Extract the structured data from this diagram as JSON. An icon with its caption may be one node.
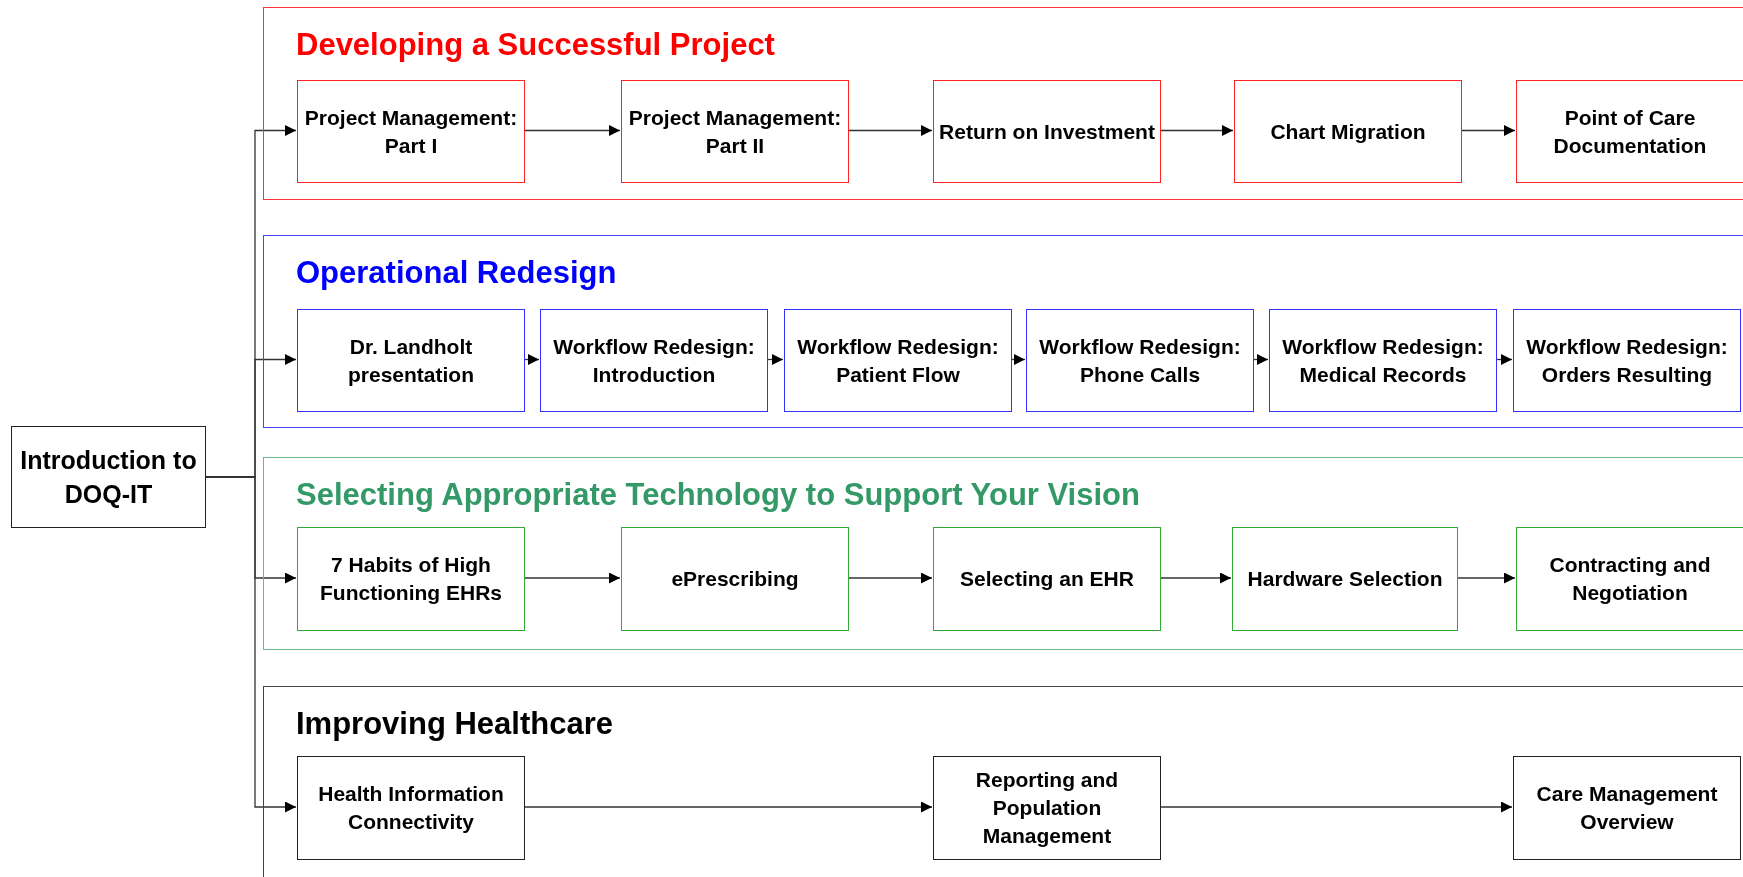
{
  "diagram": {
    "nodes": [
      {
        "text": [
          "Introduction to DOQ-IT"
        ]
      },
      {
        "text": [
          "Developing a Successful Project"
        ]
      },
      {
        "text": [
          "Project Management: Part I"
        ],
        "in": 1
      },
      {
        "text": [
          "Project Management: Part II"
        ],
        "in": 1
      },
      {
        "text": [
          "Return on Investment"
        ],
        "in": 1
      },
      {
        "text": [
          "Chart Migration"
        ],
        "in": 1
      },
      {
        "text": [
          "Point of Care Documentation"
        ],
        "in": 1
      },
      {
        "text": [
          "Operational Redesign"
        ]
      },
      {
        "text": [
          "Dr. Landholt presentation"
        ],
        "in": 7
      },
      {
        "text": [
          "Workflow Redesign: Introduction"
        ],
        "in": 7
      },
      {
        "text": [
          "Workflow Redesign: Patient Flow"
        ],
        "in": 7
      },
      {
        "text": [
          "Workflow Redesign: Phone Calls"
        ],
        "in": 7
      },
      {
        "text": [
          "Workflow Redesign: Medical Records"
        ],
        "in": 7
      },
      {
        "text": [
          "Workflow Redesign: Orders Resulting"
        ],
        "in": 7
      },
      {
        "text": [
          "Selecting Appropriate Technology to Support Your Vision"
        ]
      },
      {
        "text": [
          "7 Habits of High Functioning EHRs"
        ],
        "in": 14
      },
      {
        "text": [
          "ePrescribing"
        ],
        "in": 14
      },
      {
        "text": [
          "Selecting an EHR"
        ],
        "in": 14
      },
      {
        "text": [
          "Hardware Selection"
        ],
        "in": 14
      },
      {
        "text": [
          "Contracting and Negotiation"
        ],
        "in": 14
      },
      {
        "text": [
          "Improving Healthcare"
        ]
      },
      {
        "text": [
          "Health Information Connectivity"
        ],
        "in": 20
      },
      {
        "text": [
          "Reporting and Population Management"
        ],
        "in": 20
      },
      {
        "text": [
          "Care Management Overview"
        ],
        "in": 20
      }
    ],
    "edges": [
      {
        "from": 0,
        "to": 2,
        "arrow": "to"
      },
      {
        "from": 0,
        "to": 8,
        "arrow": "to"
      },
      {
        "from": 0,
        "to": 15,
        "arrow": "to"
      },
      {
        "from": 0,
        "to": 21,
        "arrow": "to"
      },
      {
        "from": 2,
        "to": 3,
        "arrow": "to"
      },
      {
        "from": 3,
        "to": 4,
        "arrow": "to"
      },
      {
        "from": 4,
        "to": 5,
        "arrow": "to"
      },
      {
        "from": 5,
        "to": 6,
        "arrow": "to"
      },
      {
        "from": 8,
        "to": 9,
        "arrow": "to"
      },
      {
        "from": 9,
        "to": 10,
        "arrow": "to"
      },
      {
        "from": 10,
        "to": 11,
        "arrow": "to"
      },
      {
        "from": 11,
        "to": 12,
        "arrow": "to"
      },
      {
        "from": 12,
        "to": 13,
        "arrow": "to"
      },
      {
        "from": 15,
        "to": 16,
        "arrow": "to"
      },
      {
        "from": 16,
        "to": 17,
        "arrow": "to"
      },
      {
        "from": 17,
        "to": 18,
        "arrow": "to"
      },
      {
        "from": 18,
        "to": 19,
        "arrow": "to"
      },
      {
        "from": 21,
        "to": 22,
        "arrow": "to"
      },
      {
        "from": 22,
        "to": 23,
        "arrow": "to"
      }
    ]
  }
}
